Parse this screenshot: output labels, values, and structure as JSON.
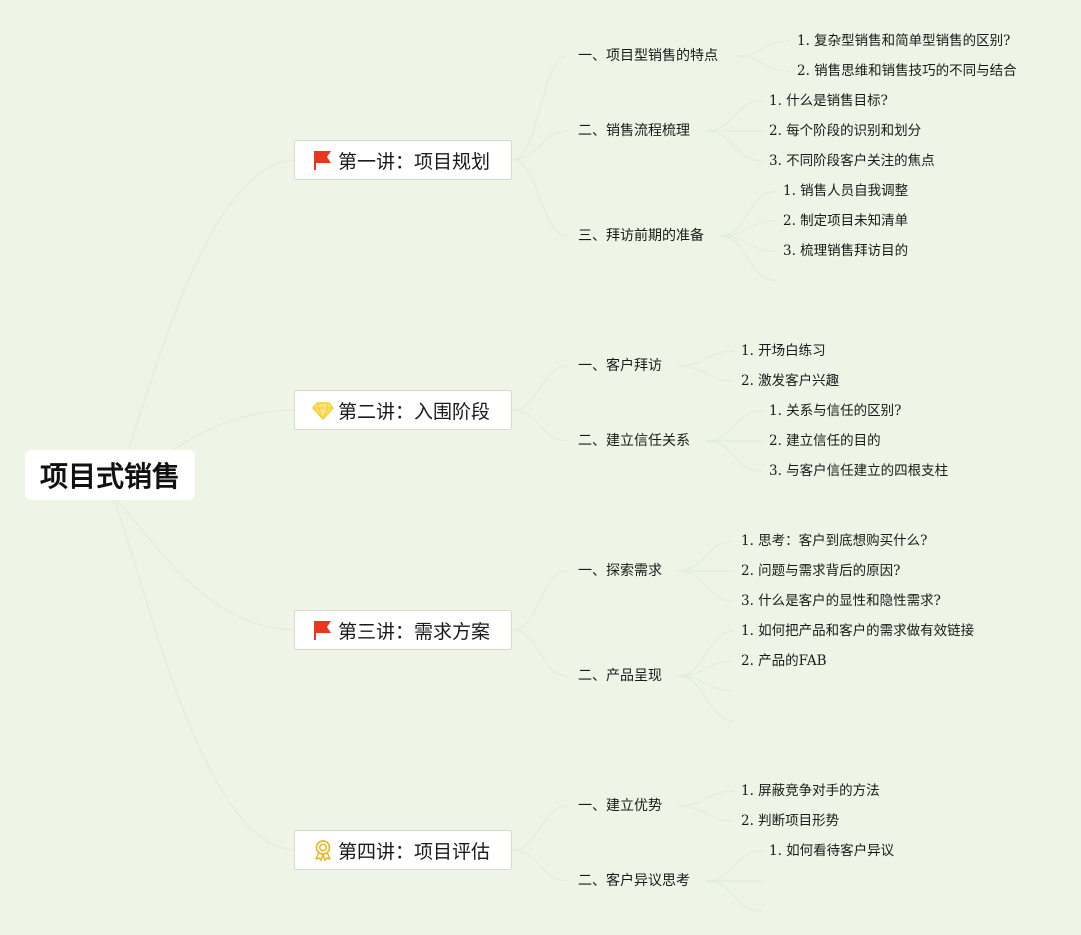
{
  "root": {
    "title": "项目式销售"
  },
  "lectures": [
    {
      "title": "第一讲：项目规划",
      "icon": "red-flag-icon",
      "sections": [
        {
          "title": "一、项目型销售的特点",
          "items": [
            "1. 复杂型销售和简单型销售的区别?",
            "2. 销售思维和销售技巧的不同与结合"
          ]
        },
        {
          "title": "二、销售流程梳理",
          "items": [
            "1. 什么是销售目标?",
            "2. 每个阶段的识别和划分",
            "3. 不同阶段客户关注的焦点"
          ]
        },
        {
          "title": "三、拜访前期的准备",
          "items": [
            "1. 销售人员自我调整",
            "2. 制定项目未知清单",
            "3. 梳理销售拜访目的"
          ]
        }
      ]
    },
    {
      "title": "第二讲：入围阶段",
      "icon": "diamond-icon",
      "sections": [
        {
          "title": "一、客户拜访",
          "items": [
            "1. 开场白练习",
            "2. 激发客户兴趣"
          ]
        },
        {
          "title": "二、建立信任关系",
          "items": [
            "1. 关系与信任的区别?",
            "2. 建立信任的目的",
            "3. 与客户信任建立的四根支柱"
          ]
        }
      ]
    },
    {
      "title": "第三讲：需求方案",
      "icon": "red-flag-icon",
      "sections": [
        {
          "title": "一、探索需求",
          "items": [
            "1. 思考：客户到底想购买什么?",
            "2. 问题与需求背后的原因?",
            "3. 什么是客户的显性和隐性需求?"
          ]
        },
        {
          "title": "二、产品呈现",
          "items": [
            "1. 如何把产品和客户的需求做有效链接",
            "2. 产品的FAB"
          ]
        }
      ]
    },
    {
      "title": "第四讲：项目评估",
      "icon": "award-medal-icon",
      "sections": [
        {
          "title": "一、建立优势",
          "items": [
            "1. 屏蔽竞争对手的方法",
            "2. 判断项目形势"
          ]
        },
        {
          "title": "二、客户异议思考",
          "items": [
            "1. 如何看待客户异议"
          ]
        }
      ]
    }
  ],
  "colors": {
    "background": "#eef4e6",
    "connector": "#e2efd8",
    "flag": "#e8361f",
    "diamond": "#f6cf2d",
    "medal": "#e8b626"
  }
}
